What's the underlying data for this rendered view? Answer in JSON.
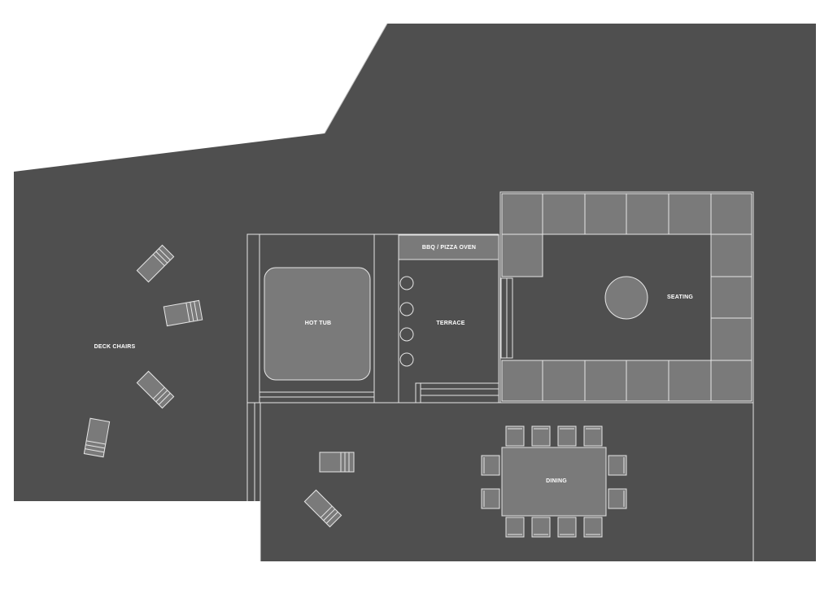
{
  "labels": {
    "deck_chairs": "DECK CHAIRS",
    "hot_tub": "HOT TUB",
    "bbq_oven": "BBQ / PIZZA OVEN",
    "terrace": "TERRACE",
    "seating": "SEATING",
    "dining": "DINING"
  },
  "colors": {
    "ground": "#4f4f4f",
    "furniture": "#7a7a7a",
    "outline": "#e6e6e6",
    "text": "#ffffff"
  }
}
